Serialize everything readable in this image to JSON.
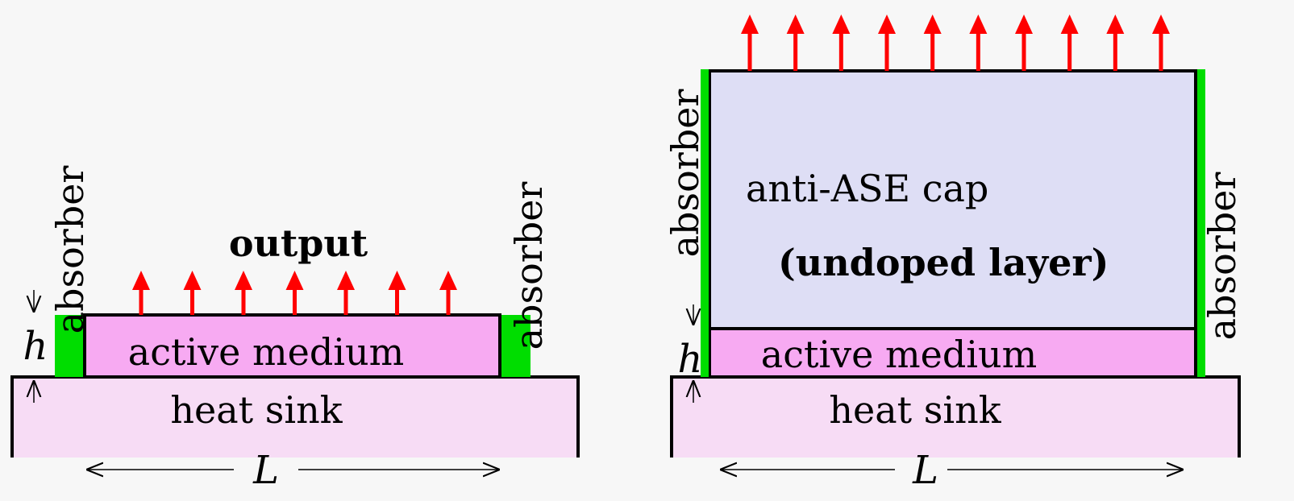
{
  "colors": {
    "heat_sink": "#f7dcf5",
    "active": "#f7aaf2",
    "cap": "#dedef5",
    "absorber": "#00dd00",
    "arrow": "#ff0000"
  },
  "left_panel": {
    "output_label": "output",
    "absorber_left": "absorber",
    "absorber_right": "absorber",
    "active_label": "active medium",
    "heat_sink_label": "heat sink",
    "h_label": "h",
    "length_label": "L",
    "arrow_count": 7
  },
  "right_panel": {
    "cap_label": "anti-ASE cap",
    "cap_sub_label": "(undoped layer)",
    "absorber_left": "absorber",
    "absorber_right": "absorber",
    "active_label": "active medium",
    "heat_sink_label": "heat sink",
    "h_label": "h",
    "length_label": "L",
    "arrow_count": 10
  }
}
